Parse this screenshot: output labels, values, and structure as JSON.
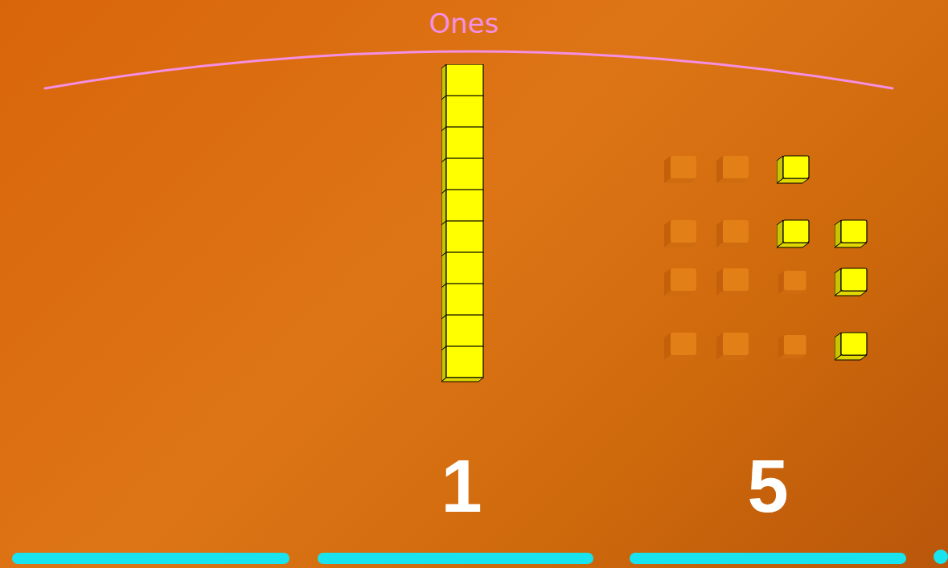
{
  "diagram": {
    "labels": [
      "Ones",
      "1",
      "5"
    ]
  }
}
